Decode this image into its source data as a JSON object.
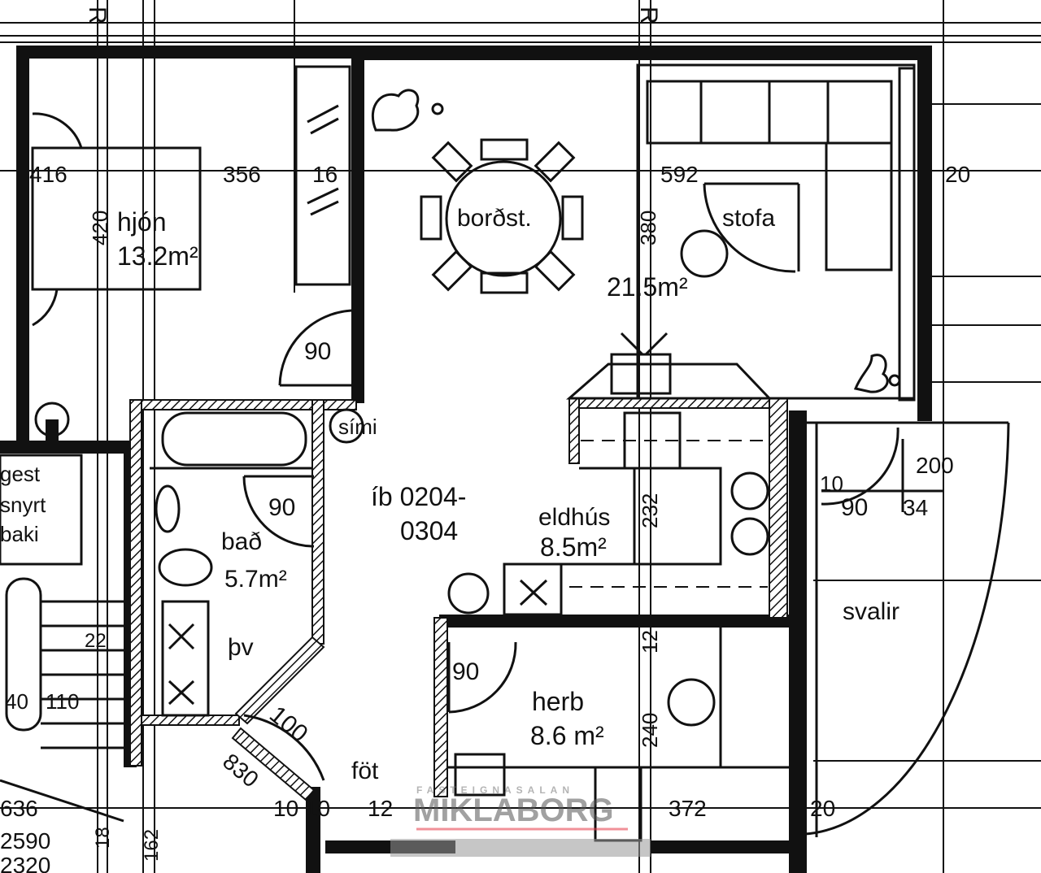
{
  "rooms": {
    "bedroom_master": {
      "name": "hjón",
      "area": "13.2m²"
    },
    "dining": {
      "name": "borðst."
    },
    "living": {
      "name": "stofa",
      "area": "21.5m²"
    },
    "bathroom": {
      "name": "bað",
      "area": "5.7m²"
    },
    "laundry": {
      "name": "þv"
    },
    "kitchen": {
      "name": "eldhús",
      "area": "8.5m²"
    },
    "bedroom": {
      "name": "herb",
      "area": "8.6 m²"
    },
    "balcony": {
      "name": "svalir"
    },
    "hall": {
      "name": "föt"
    },
    "guest_wc": {
      "line1": "gest",
      "line2": "snyrt",
      "line3": "baki"
    }
  },
  "unit_label": {
    "line1": "íb 0204-",
    "line2": "0304"
  },
  "phone_label": "sími",
  "door_widths": {
    "bedroom_door": "90",
    "bath_door": "90",
    "entry_door": "100",
    "room_door": "90",
    "balcony_door": "90"
  },
  "dimensions": {
    "top_left": "416",
    "top_mid": "356",
    "top_small": "16",
    "top_right": "592",
    "right_edge": "20",
    "bed_height": "420",
    "living_height": "380",
    "kitchen_height": "232",
    "kitchen_height2": "12",
    "room_height": "240",
    "balcony_width": "200",
    "balcony_34": "34",
    "balcony_d1": "10",
    "entry_830": "830",
    "bottom_1010": "10 10",
    "bottom_12": "12",
    "bottom_372": "372",
    "bottom_right": "20",
    "left_636": "636",
    "left_2590": "2590",
    "left_2320": "2320",
    "left_110": "110",
    "left_40": "40",
    "left_162": "162",
    "left_18": "18",
    "left_22": "22",
    "axis_r1": "R",
    "axis_r2": "R"
  },
  "watermark": {
    "tagline": "FASTEIGNASALAN",
    "brand": "MIKLABORG"
  },
  "colors": {
    "ink": "#111111",
    "paper": "#ffffff",
    "watermark": "#bbbbbb",
    "accent": "#e63946"
  }
}
